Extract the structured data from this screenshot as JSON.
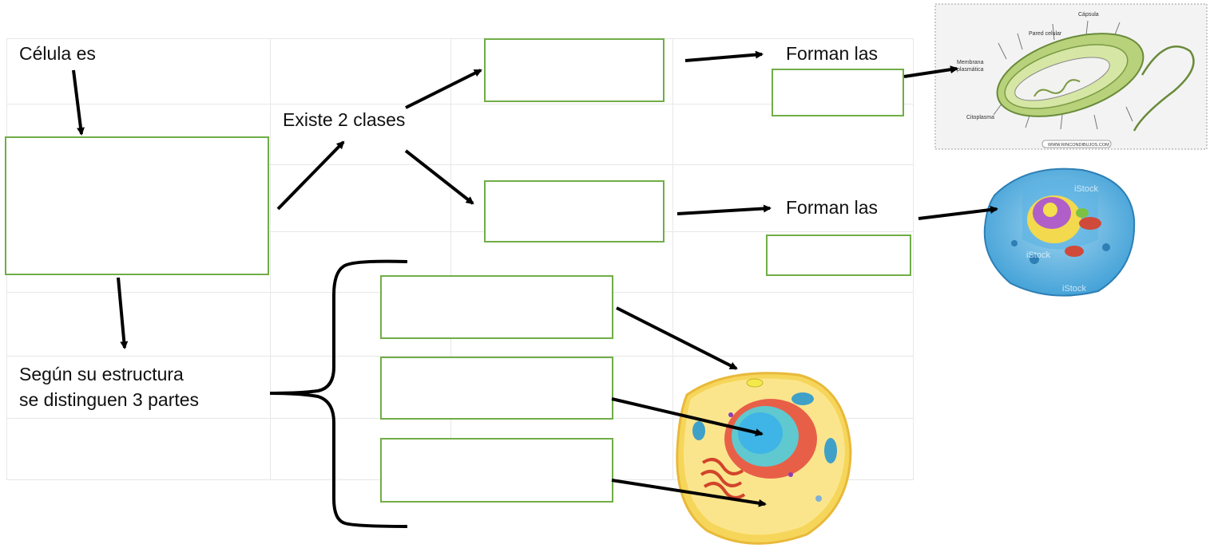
{
  "labels": {
    "celula_es": "Célula es",
    "existe_clases": "Existe 2 clases",
    "forman_las_1": "Forman las",
    "forman_las_2": "Forman las",
    "segun_line1": "Según su estructura",
    "segun_line2": "se distinguen 3 partes"
  },
  "prokaryote_image": {
    "labels": {
      "pared_celular": "Pared celular",
      "capsula": "Cápsula",
      "membrana": "Membrana",
      "plasmatica": "plasmática",
      "citoplasma": "Citoplasma",
      "watermark": "WWW.RINCONDIBUJOS.COM"
    }
  },
  "eukaryote_image": {
    "watermark": "iStock"
  },
  "answer_boxes": [
    "",
    "",
    "",
    "",
    "",
    "",
    "",
    ""
  ],
  "colors": {
    "box_border": "#70ad47",
    "arrow": "#000000",
    "grid_line": "#e7e7e7"
  }
}
